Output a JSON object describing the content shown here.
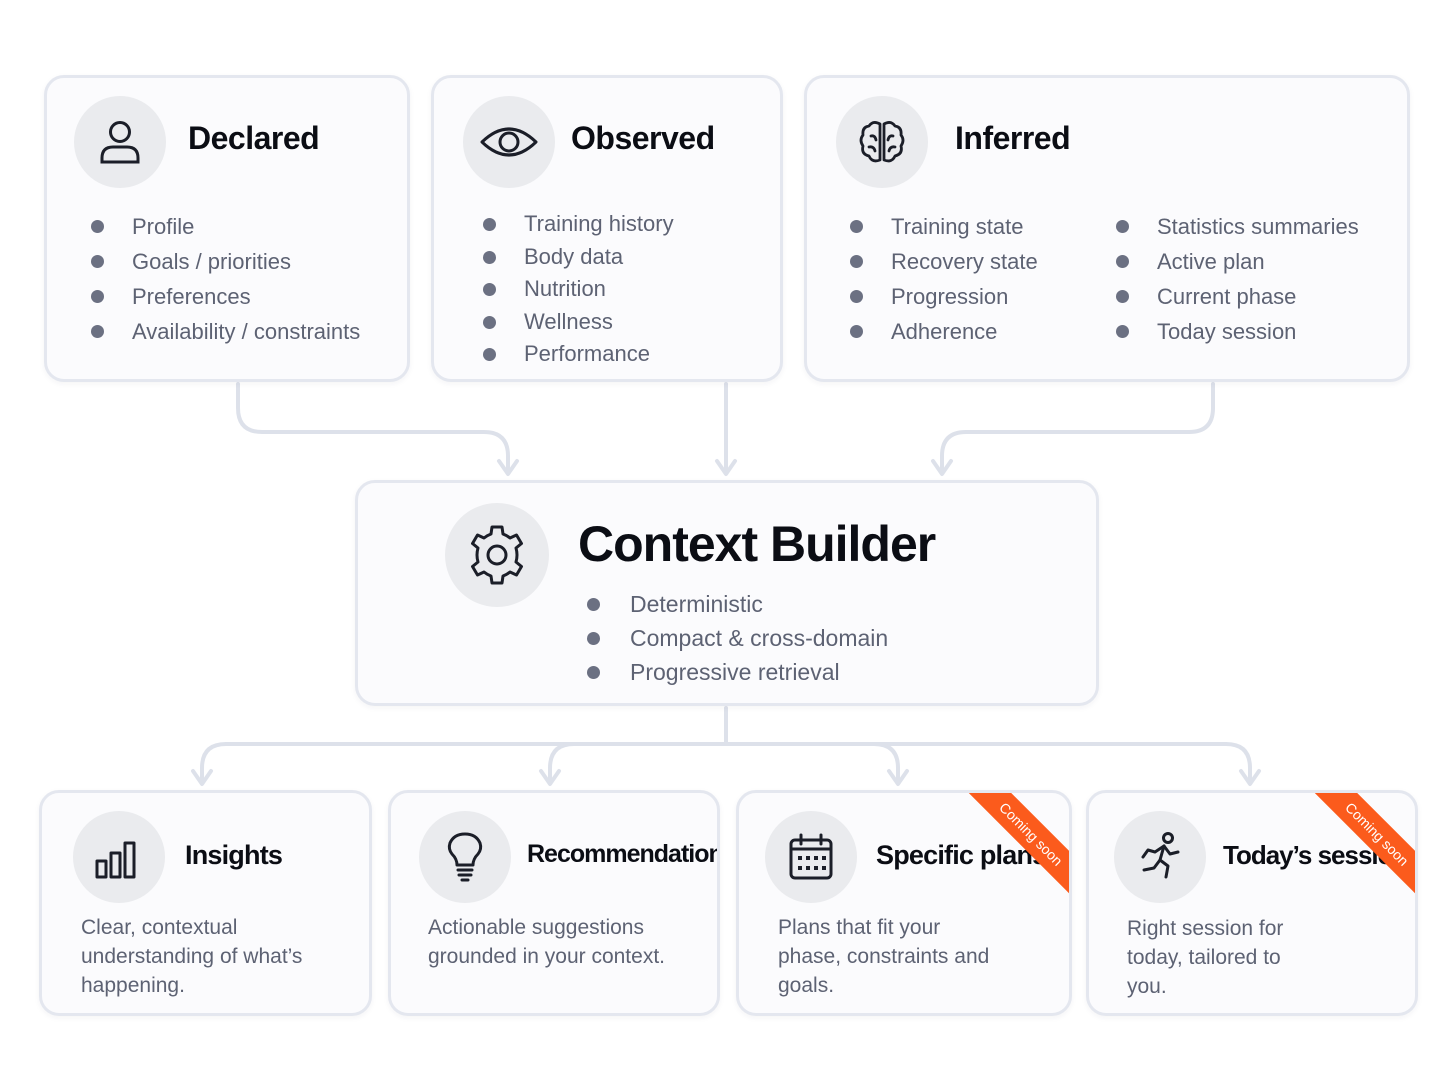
{
  "sources": {
    "declared": {
      "icon": "user-icon",
      "title": "Declared",
      "items": [
        "Profile",
        "Goals / priorities",
        "Preferences",
        "Availability / constraints"
      ]
    },
    "observed": {
      "icon": "eye-icon",
      "title": "Observed",
      "items": [
        "Training history",
        "Body data",
        "Nutrition",
        "Wellness",
        "Performance"
      ]
    },
    "inferred": {
      "icon": "brain-icon",
      "title": "Inferred",
      "items_left": [
        "Training state",
        "Recovery state",
        "Progression",
        "Adherence"
      ],
      "items_right": [
        "Statistics summaries",
        "Active plan",
        "Current phase",
        "Today session"
      ]
    }
  },
  "context_builder": {
    "icon": "gear-icon",
    "title": "Context Builder",
    "items": [
      "Deterministic",
      "Compact & cross-domain",
      "Progressive retrieval"
    ]
  },
  "outputs": {
    "insights": {
      "icon": "bar-chart-icon",
      "title": "Insights",
      "description": "Clear, contextual understanding of what’s happening."
    },
    "recommendations": {
      "icon": "lightbulb-icon",
      "title": "Recommendations",
      "description": "Actionable suggestions grounded in your context."
    },
    "specific_plans": {
      "icon": "calendar-icon",
      "title": "Specific plans",
      "description": "Plans that fit your phase, constraints and goals.",
      "badge": "Coming soon"
    },
    "todays_session": {
      "icon": "running-person-icon",
      "title": "Today’s session",
      "description": "Right session for today, tailored to you.",
      "badge": "Coming soon"
    }
  },
  "colors": {
    "card_border": "#e4e7ef",
    "connector": "#dde1ea",
    "bullet": "#6b7082",
    "text_muted": "#5d6273",
    "badge": "#fb5b1c"
  }
}
